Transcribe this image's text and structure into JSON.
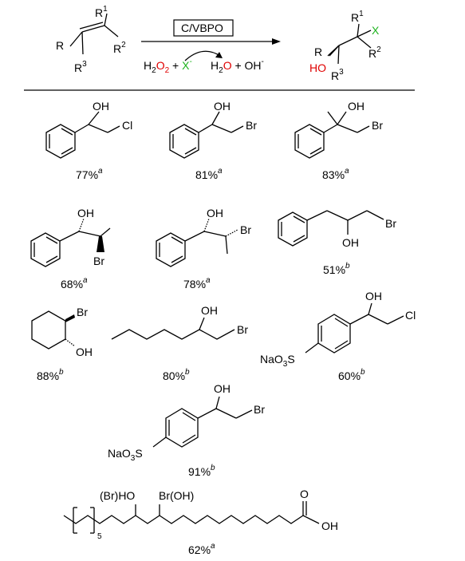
{
  "reaction": {
    "reactant": {
      "R": "R",
      "R1": "1",
      "R2": "2",
      "R3": "3"
    },
    "catalyst_label": "C/VBPO",
    "reagents": {
      "h2o2_a": "H",
      "h2o2_sub": "2",
      "o_red": "O",
      "plus": " + ",
      "x_minus": "X",
      "x_sup": "-"
    },
    "byproducts": {
      "h": "H",
      "h_sub": "2",
      "o_red": "O",
      "rest": " + OH",
      "oh_sup": "-"
    },
    "product": {
      "R": "R",
      "R1": "1",
      "R2": "2",
      "R3": "3",
      "X": "X",
      "HO": "HO"
    }
  },
  "substituents": {
    "OH": "OH",
    "Cl": "Cl",
    "Br": "Br",
    "NaO3S": "NaO",
    "sub3": "3",
    "S": "S",
    "O": "O",
    "BrHO": "(Br)HO",
    "BrOH": "Br(OH)",
    "five": "5"
  },
  "yields": [
    {
      "value": "77%",
      "note": "a"
    },
    {
      "value": "81%",
      "note": "a"
    },
    {
      "value": "83%",
      "note": "a"
    },
    {
      "value": "68%",
      "note": "a"
    },
    {
      "value": "78%",
      "note": "a"
    },
    {
      "value": "51%",
      "note": "b"
    },
    {
      "value": "88%",
      "note": "b"
    },
    {
      "value": "80%",
      "note": "b"
    },
    {
      "value": "60%",
      "note": "b"
    },
    {
      "value": "91%",
      "note": "b"
    },
    {
      "value": "62%",
      "note": "a"
    }
  ]
}
